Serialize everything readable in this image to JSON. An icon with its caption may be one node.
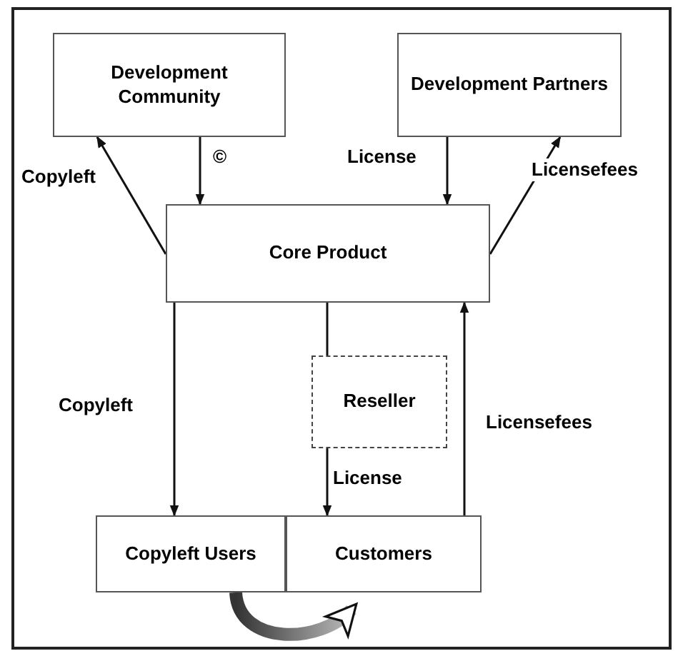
{
  "diagram": {
    "nodes": [
      {
        "text": [
          "Development Community"
        ]
      },
      {
        "text": [
          "Development Partners"
        ]
      },
      {
        "text": [
          "Core Product"
        ]
      },
      {
        "text": [
          "Reseller"
        ]
      },
      {
        "text": [
          "Copyleft Users"
        ]
      },
      {
        "text": [
          "Customers"
        ]
      }
    ],
    "edges": [
      {
        "from": 0,
        "to": 2,
        "arrow": "to",
        "label": "©"
      },
      {
        "from": 2,
        "to": 0,
        "arrow": "to",
        "label": "Copyleft"
      },
      {
        "from": 1,
        "to": 2,
        "arrow": "to",
        "label": "License"
      },
      {
        "from": 2,
        "to": 1,
        "arrow": "to",
        "label": "Licensefees"
      },
      {
        "from": 2,
        "to": 4,
        "arrow": "to",
        "label": "Copyleft"
      },
      {
        "from": 2,
        "to": 3,
        "arrow": "none"
      },
      {
        "from": 3,
        "to": 5,
        "arrow": "to",
        "label": "License"
      },
      {
        "from": 5,
        "to": 2,
        "arrow": "to",
        "label": "Licensefees"
      },
      {
        "from": 4,
        "to": 5,
        "arrow": "to",
        "style": "thick"
      }
    ]
  }
}
